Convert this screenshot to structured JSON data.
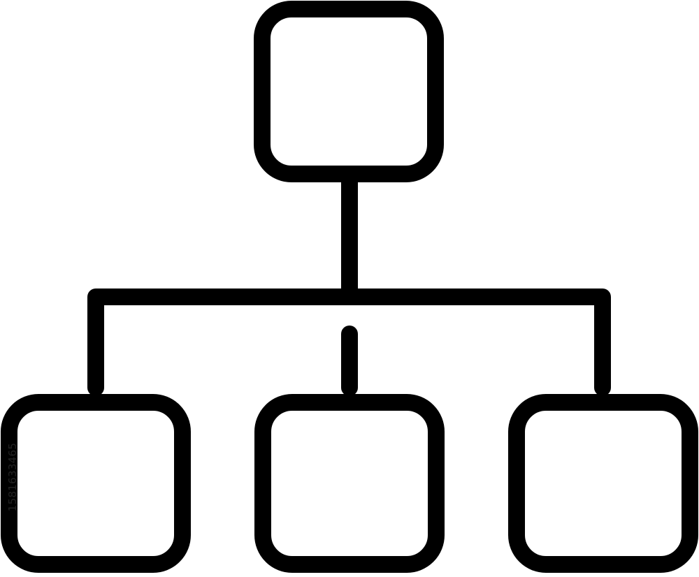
{
  "icon": {
    "name": "org-chart-icon",
    "stroke_color": "#000000",
    "background_color": "#ffffff",
    "nodes": [
      {
        "id": "root",
        "level": 0
      },
      {
        "id": "child-left",
        "level": 1
      },
      {
        "id": "child-center",
        "level": 1
      },
      {
        "id": "child-right",
        "level": 1
      }
    ]
  },
  "watermark": {
    "text": "1581633465"
  }
}
